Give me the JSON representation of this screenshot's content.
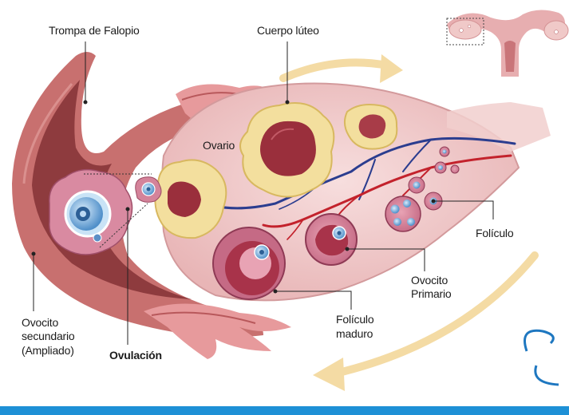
{
  "labels": {
    "fallopian_tube": "Trompa de Falopio",
    "corpus_luteum": "Cuerpo lúteo",
    "ovary": "Ovario",
    "follicle": "Folículo",
    "primary_oocyte_line1": "Ovocito",
    "primary_oocyte_line2": "Primario",
    "mature_follicle_line1": "Folículo",
    "mature_follicle_line2": "maduro",
    "secondary_oocyte_line1": "Ovocito",
    "secondary_oocyte_line2": "secundario",
    "secondary_oocyte_line3": "(Ampliado)",
    "ovulation": "Ovulación"
  },
  "colors": {
    "tube_wall": "#c8706f",
    "tube_inner": "#8e3b3e",
    "ovary_body": "#f2d0cf",
    "corpus_luteum": "#f3df9e",
    "follicle_cavity": "#9a2f3c",
    "oocyte": "#6fa8dc",
    "arrow": "#f4dba4",
    "bottom_bar": "#1e90d6",
    "vessel_red": "#c3222c",
    "vessel_blue": "#2b3d8f"
  }
}
